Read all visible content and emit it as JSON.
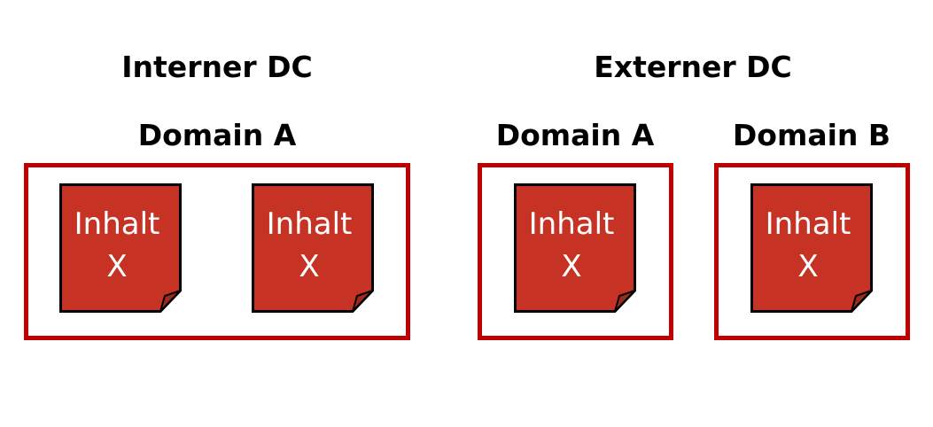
{
  "colors": {
    "box_border": "#C00000",
    "doc_fill": "#C63223",
    "doc_fold": "#9E2A1E",
    "doc_outline": "#000000"
  },
  "sections": [
    {
      "title": "Interner DC",
      "domains": [
        {
          "label": "Domain A",
          "documents": [
            {
              "line1": "Inhalt",
              "line2": "X"
            },
            {
              "line1": "Inhalt",
              "line2": "X"
            }
          ]
        }
      ]
    },
    {
      "title": "Externer DC",
      "domains": [
        {
          "label": "Domain A",
          "documents": [
            {
              "line1": "Inhalt",
              "line2": "X"
            }
          ]
        },
        {
          "label": "Domain B",
          "documents": [
            {
              "line1": "Inhalt",
              "line2": "X"
            }
          ]
        }
      ]
    }
  ]
}
